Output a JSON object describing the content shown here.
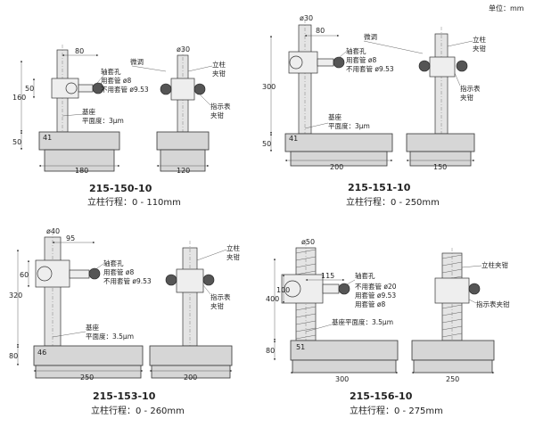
{
  "unit_label": "单位：mm",
  "models": [
    {
      "id": "215-150-10",
      "stroke": "立柱行程：0 - 110mm",
      "front_dims": {
        "a": "80",
        "b": "160",
        "c": "50",
        "d": "50",
        "e": "41",
        "w": "180"
      },
      "side_dims": {
        "dia": "ø30",
        "w": "120"
      },
      "labels": {
        "fine": "微调",
        "hole": "轴套孔",
        "h1": "用套管 ø8",
        "h2": "不用套管 ø9.53",
        "base": "基座",
        "flat": "平面度：3μm",
        "post": "立柱",
        "clamp": "夹钳",
        "ind": "指示表",
        "clamp2": "夹钳"
      }
    },
    {
      "id": "215-151-10",
      "stroke": "立柱行程：0 - 250mm",
      "front_dims": {
        "dia": "ø30",
        "a": "80",
        "b": "300",
        "c": "50",
        "e": "41",
        "w": "200"
      },
      "side_dims": {
        "w": "150"
      },
      "labels": {
        "fine": "微调",
        "hole": "轴套孔",
        "h1": "用套管 ø8",
        "h2": "不用套管 ø9.53",
        "base": "基座",
        "flat": "平面度：3μm",
        "post": "立柱",
        "clamp": "夹钳",
        "ind": "指示表",
        "clamp2": "夹钳"
      }
    },
    {
      "id": "215-153-10",
      "stroke": "立柱行程：0 - 260mm",
      "front_dims": {
        "dia": "ø40",
        "a": "95",
        "b": "320",
        "c": "60",
        "d": "80",
        "e": "46",
        "w": "250"
      },
      "side_dims": {
        "w": "200"
      },
      "labels": {
        "hole": "轴套孔",
        "h1": "用套管 ø8",
        "h2": "不用套管 ø9.53",
        "base": "基座",
        "flat": "平面度：3.5μm",
        "post": "立柱",
        "clamp": "夹钳",
        "ind": "指示表",
        "clamp2": "夹钳"
      }
    },
    {
      "id": "215-156-10",
      "stroke": "立柱行程：0 - 275mm",
      "front_dims": {
        "dia": "ø50",
        "a": "115",
        "b": "400",
        "c": "100",
        "d": "80",
        "e": "51",
        "w": "300"
      },
      "side_dims": {
        "w": "250"
      },
      "labels": {
        "hole": "轴套孔",
        "h0": "不用套管 ø20",
        "h1": "用套管 ø9.53",
        "h2": "用套管 ø8",
        "base": "基座平面度：3.5μm",
        "post_clamp": "立柱夹钳",
        "ind_clamp": "指示表夹钳"
      }
    }
  ]
}
